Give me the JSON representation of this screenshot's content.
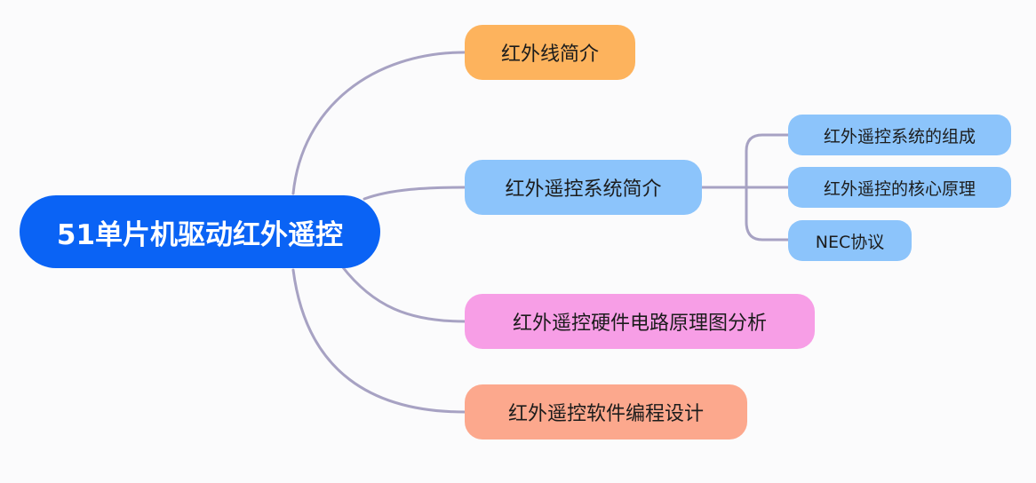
{
  "mindmap": {
    "root": {
      "label": "51单片机驱动红外遥控"
    },
    "branches": [
      {
        "label": "红外线简介"
      },
      {
        "label": "红外遥控系统简介",
        "children": [
          {
            "label": "红外遥控系统的组成"
          },
          {
            "label": "红外遥控的核心原理"
          },
          {
            "label": "NEC协议"
          }
        ]
      },
      {
        "label": "红外遥控硬件电路原理图分析"
      },
      {
        "label": "红外遥控软件编程设计"
      }
    ]
  },
  "colors": {
    "root": "#0a63f5",
    "intro": "#fdb35d",
    "system": "#8cc4fb",
    "hardware": "#f79ee6",
    "software": "#fca88d",
    "connector": "#a7a2c3",
    "background": "#fbfbfc"
  }
}
